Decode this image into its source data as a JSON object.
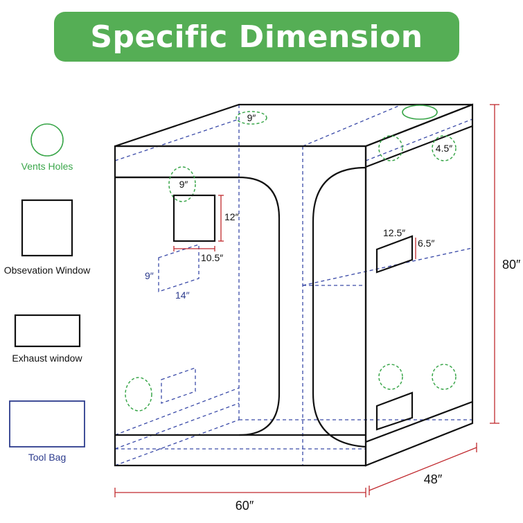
{
  "banner": {
    "title": "Specific Dimension",
    "color": "#55ae55"
  },
  "legend": {
    "vents": "Vents Holes",
    "observation": "Obsevation Window",
    "exhaust": "Exhaust window",
    "toolbag": "Tool Bag"
  },
  "dimensions": {
    "width": "60″",
    "depth": "48″",
    "height": "80″",
    "vent_top": "9″",
    "vent_front": "9″",
    "vent_side": "4.5″",
    "obs_height": "12″",
    "obs_width": "10.5″",
    "bag_height": "9″",
    "bag_width": "14″",
    "exhaust_width": "12.5″",
    "exhaust_height": "6.5″"
  },
  "colors": {
    "dimension": "#c0282d",
    "hidden": "#3a4aa8",
    "vent": "#3aa64a",
    "outline": "#111111"
  }
}
